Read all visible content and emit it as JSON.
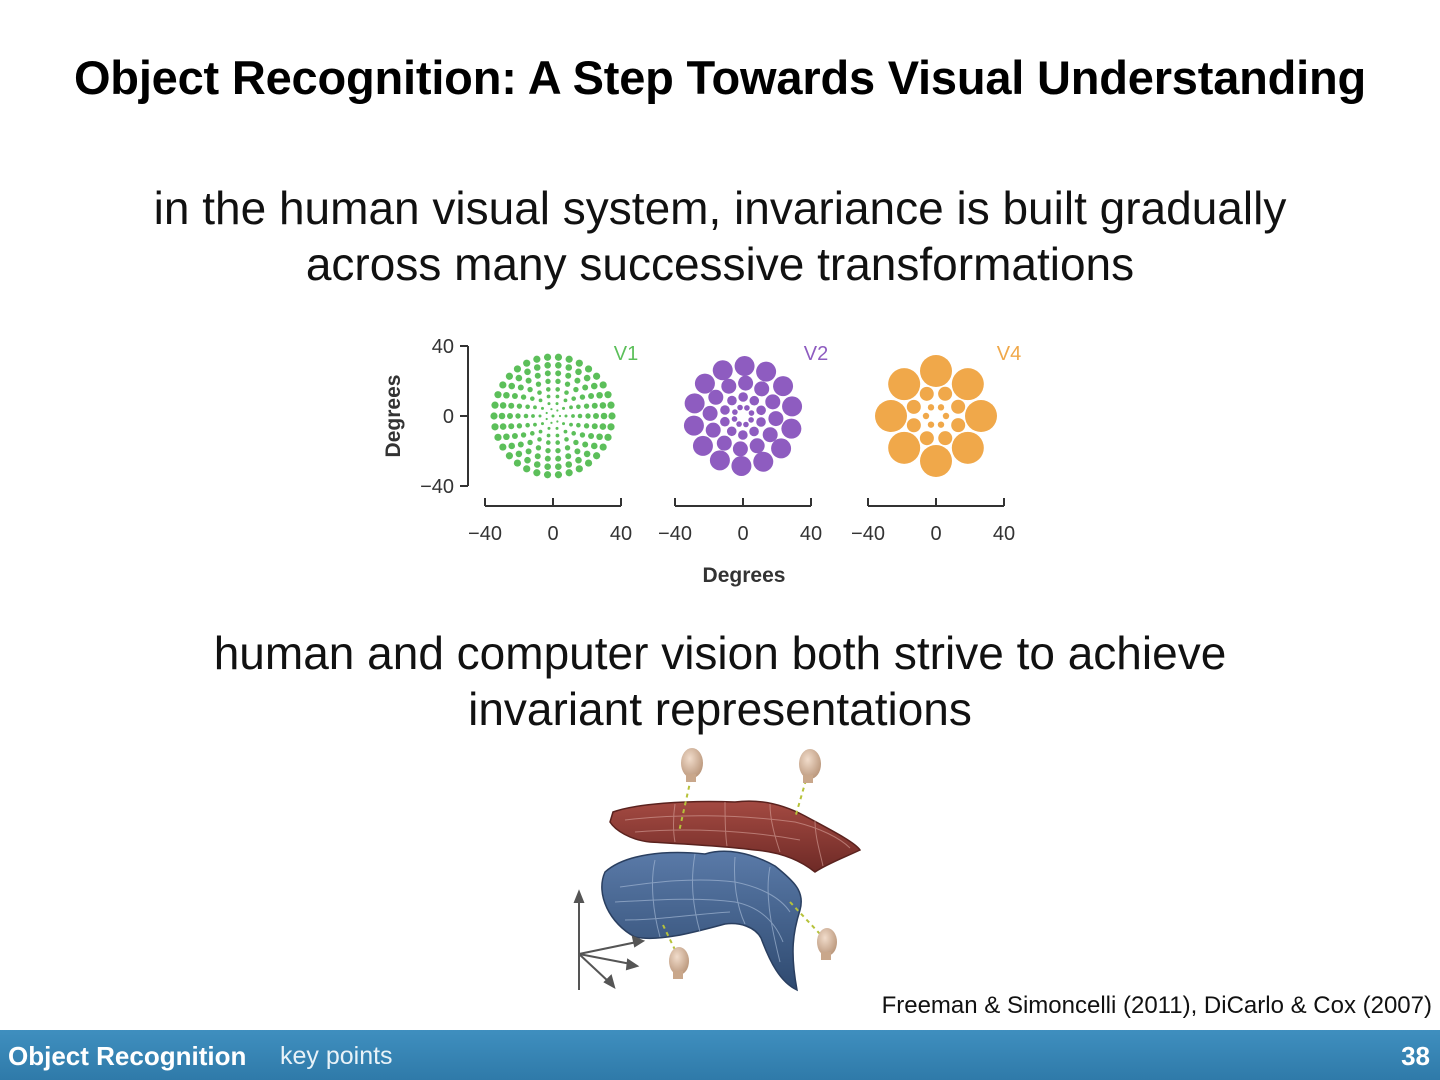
{
  "slide": {
    "title": "Object Recognition: A Step Towards Visual Understanding",
    "paragraph1": [
      "in the human visual system, invariance is built gradually",
      "across many successive transformations"
    ],
    "paragraph2": [
      "human and computer vision both strive to achieve",
      "invariant representations"
    ],
    "credit": "Freeman & Simoncelli (2011), DiCarlo & Cox (2007)"
  },
  "figure1": {
    "y_axis_label": "Degrees",
    "x_axis_label": "Degrees",
    "y_ticks": [
      "40",
      "0",
      "−40"
    ],
    "x_ticks": [
      "−40",
      "0",
      "40"
    ],
    "panels": [
      {
        "label": "V1",
        "color": "#5cbf5a"
      },
      {
        "label": "V2",
        "color": "#8e5cc0"
      },
      {
        "label": "V4",
        "color": "#f0a84a"
      }
    ]
  },
  "figure2": {
    "upper_manifold_color": "#8e3d36",
    "lower_manifold_color": "#3f5f8a"
  },
  "footer": {
    "section": "Object Recognition",
    "subtitle": "key points",
    "page": "38"
  }
}
